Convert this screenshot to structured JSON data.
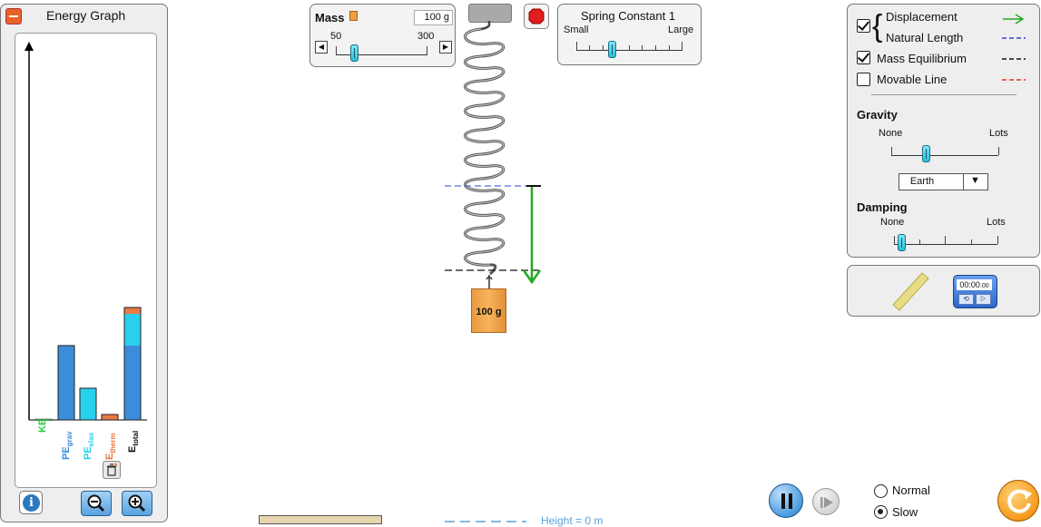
{
  "energy_graph": {
    "title": "Energy Graph",
    "bars": [
      {
        "key": "ke",
        "label": "KE",
        "sub": "",
        "color": "#2ecc40"
      },
      {
        "key": "pe_grav",
        "label": "PE",
        "sub": "grav",
        "color": "#3b8ddb"
      },
      {
        "key": "pe_elas",
        "label": "PE",
        "sub": "elas",
        "color": "#29d0ee"
      },
      {
        "key": "e_therm",
        "label": "E",
        "sub": "therm",
        "color": "#e87a43"
      },
      {
        "key": "e_total",
        "label": "E",
        "sub": "total",
        "color": "#111111"
      }
    ],
    "colors": {
      "ke": "#2ecc40",
      "pe_grav": "#3b8ddb",
      "pe_elas": "#29d0ee",
      "therm": "#e87a43"
    }
  },
  "mass_control": {
    "label": "Mass",
    "value": "100 g",
    "min_label": "50",
    "max_label": "300"
  },
  "spring_constant": {
    "title": "Spring Constant 1",
    "min_label": "Small",
    "max_label": "Large"
  },
  "mass_block": {
    "label": "100 g"
  },
  "floor": {
    "height_label": "Height = 0 m"
  },
  "options": {
    "displacement": {
      "label": "Displacement",
      "checked": true
    },
    "natural_length": {
      "label": "Natural Length"
    },
    "mass_equilibrium": {
      "label": "Mass Equilibrium",
      "checked": true
    },
    "movable_line": {
      "label": "Movable Line",
      "checked": false
    },
    "gravity": {
      "title": "Gravity",
      "min_label": "None",
      "max_label": "Lots",
      "selected": "Earth"
    },
    "damping": {
      "title": "Damping",
      "min_label": "None",
      "max_label": "Lots"
    }
  },
  "timer": {
    "display": "00:00",
    "small": ".00"
  },
  "speed": {
    "normal": "Normal",
    "slow": "Slow",
    "selected": "Slow"
  }
}
